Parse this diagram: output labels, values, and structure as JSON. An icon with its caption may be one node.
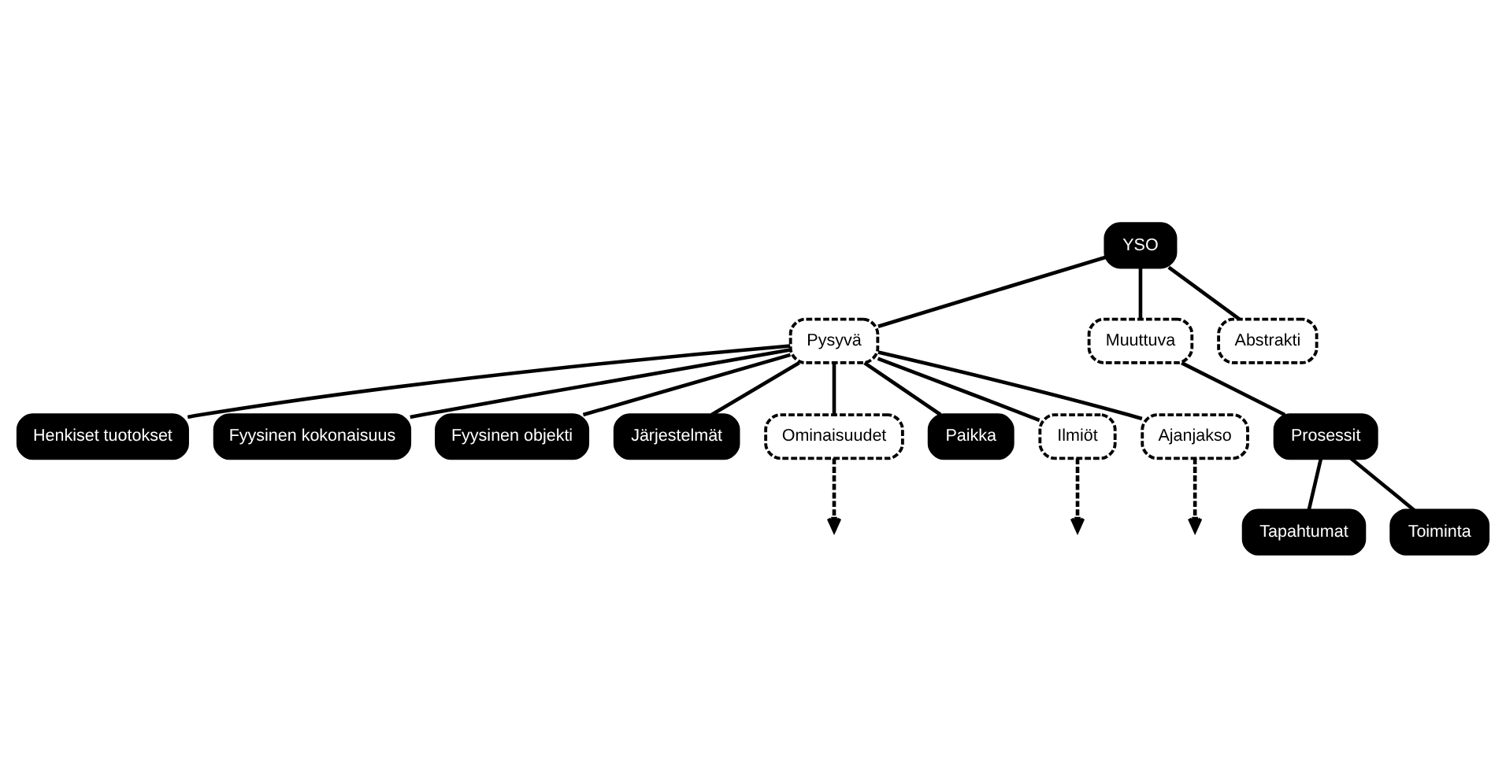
{
  "diagram": {
    "nodes": [
      {
        "text": [
          "YSO"
        ]
      },
      {
        "text": [
          "Pysyvä"
        ]
      },
      {
        "text": [
          "Muuttuva"
        ]
      },
      {
        "text": [
          "Abstrakti"
        ]
      },
      {
        "text": [
          "Henkiset tuotokset"
        ]
      },
      {
        "text": [
          "Fyysinen kokonaisuus"
        ]
      },
      {
        "text": [
          "Fyysinen objekti"
        ]
      },
      {
        "text": [
          "Järjestelmät"
        ]
      },
      {
        "text": [
          "Ominaisuudet"
        ]
      },
      {
        "text": [
          "Paikka"
        ]
      },
      {
        "text": [
          "Ilmiöt"
        ]
      },
      {
        "text": [
          "Ajanjakso"
        ]
      },
      {
        "text": [
          "Prosessit"
        ]
      },
      {
        "text": [
          "Tapahtumat"
        ]
      },
      {
        "text": [
          "Toiminta"
        ]
      }
    ],
    "edges": [
      {
        "from": 0,
        "to": 1,
        "arrow": "none"
      },
      {
        "from": 0,
        "to": 2,
        "arrow": "none"
      },
      {
        "from": 0,
        "to": 3,
        "arrow": "none"
      },
      {
        "from": 1,
        "to": 4,
        "arrow": "none"
      },
      {
        "from": 1,
        "to": 5,
        "arrow": "none"
      },
      {
        "from": 1,
        "to": 6,
        "arrow": "none"
      },
      {
        "from": 1,
        "to": 7,
        "arrow": "none"
      },
      {
        "from": 1,
        "to": 11,
        "arrow": "none"
      },
      {
        "from": 1,
        "to": 10,
        "arrow": "none"
      },
      {
        "from": 1,
        "to": 9,
        "arrow": "none"
      },
      {
        "from": 1,
        "to": 8,
        "arrow": "none"
      },
      {
        "from": 2,
        "to": 12,
        "arrow": "none"
      },
      {
        "from": 12,
        "to": 13,
        "arrow": "none"
      },
      {
        "from": 12,
        "to": 14,
        "arrow": "none"
      },
      {
        "from": 8,
        "to": null,
        "arrow": "to",
        "style": "dashed"
      },
      {
        "from": 10,
        "to": null,
        "arrow": "to",
        "style": "dashed"
      },
      {
        "from": 11,
        "to": null,
        "arrow": "to",
        "style": "dashed"
      }
    ]
  }
}
